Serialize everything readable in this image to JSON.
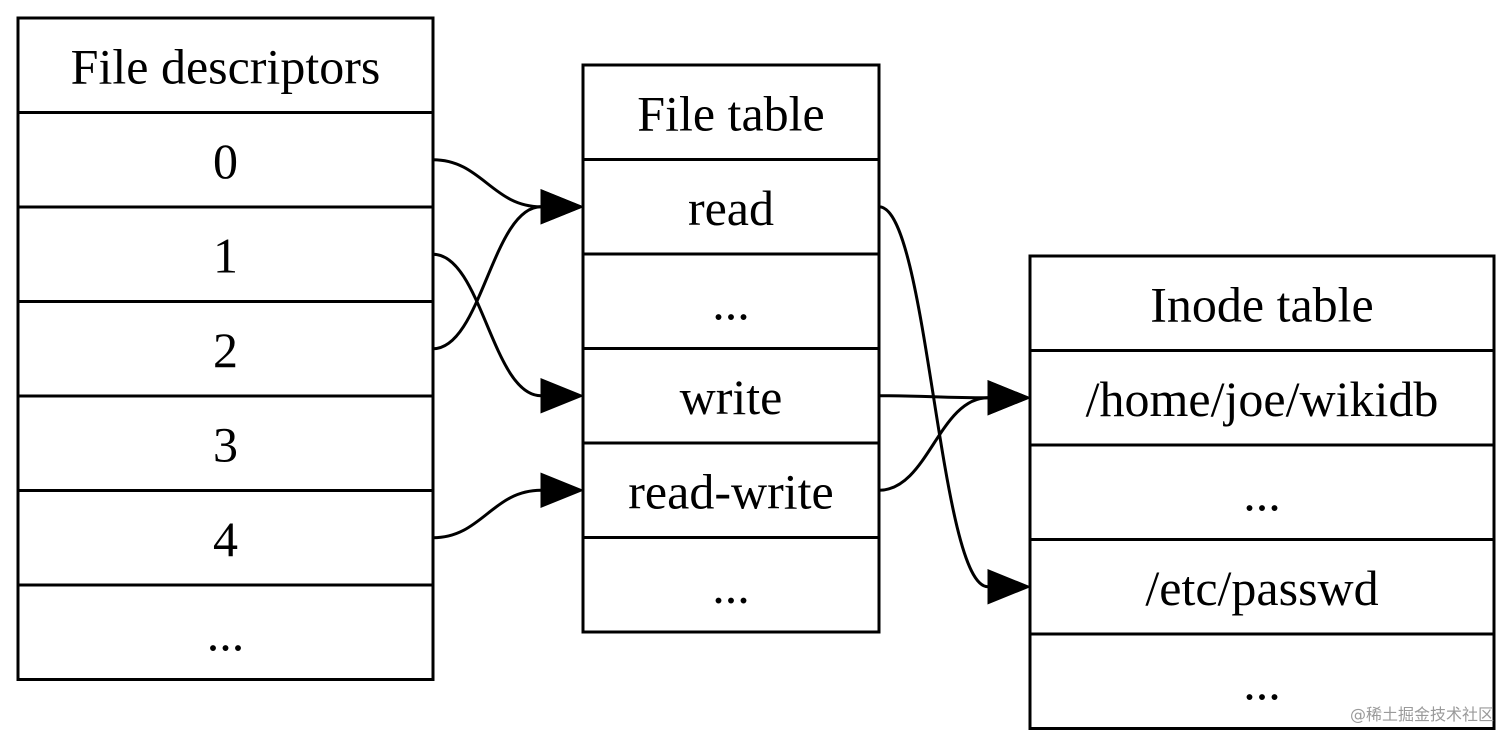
{
  "tables": [
    {
      "id": "fd",
      "header": "File descriptors",
      "rows": [
        "0",
        "1",
        "2",
        "3",
        "4",
        "..."
      ]
    },
    {
      "id": "ft",
      "header": "File table",
      "rows": [
        "read",
        "...",
        "write",
        "read-write",
        "..."
      ]
    },
    {
      "id": "it",
      "header": "Inode table",
      "rows": [
        "/home/joe/wikidb",
        "...",
        "/etc/passwd",
        "..."
      ]
    }
  ],
  "edges": [
    {
      "from": "fd.0",
      "to": "ft.0"
    },
    {
      "from": "fd.1",
      "to": "ft.2"
    },
    {
      "from": "fd.2",
      "to": "ft.0"
    },
    {
      "from": "fd.4",
      "to": "ft.3"
    },
    {
      "from": "ft.0",
      "to": "it.2"
    },
    {
      "from": "ft.2",
      "to": "it.0"
    },
    {
      "from": "ft.3",
      "to": "it.0"
    }
  ],
  "watermark": "@稀土掘金技术社区"
}
